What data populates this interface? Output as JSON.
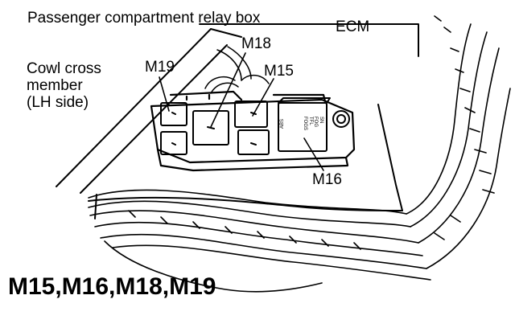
{
  "labels": {
    "relay_box": "Passenger compartment relay box",
    "ecm": "ECM",
    "cowl": "Cowl cross\nmember\n(LH side)",
    "m19": "M19",
    "m18": "M18",
    "m15": "M15",
    "m16": "M16"
  },
  "relay_marks": {
    "tr": "TFL\nFOGS",
    "r1": "SN\nFOG",
    "abs": "ABS"
  },
  "caption": "M15,M16,M18,M19",
  "colors": {
    "ink": "#000000",
    "paper": "#ffffff"
  }
}
